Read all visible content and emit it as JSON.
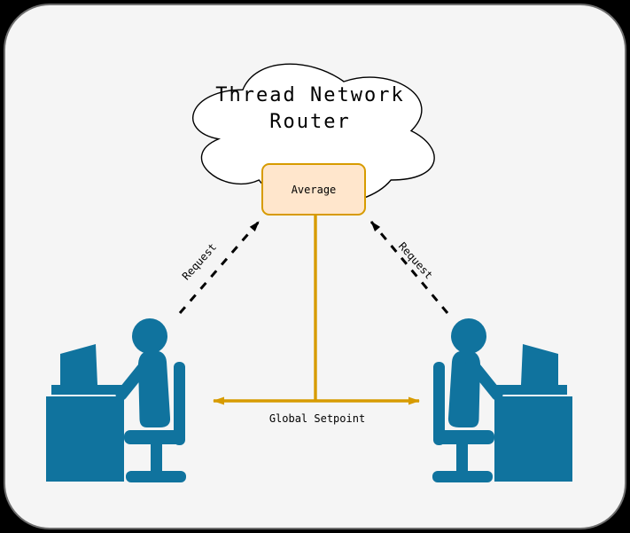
{
  "diagram": {
    "cloud": {
      "title_line1": "Thread Network",
      "title_line2": "Router"
    },
    "average_box": {
      "label": "Average"
    },
    "edges": {
      "request_left_label": "Request",
      "request_right_label": "Request",
      "global_setpoint_label": "Global Setpoint"
    },
    "icons": {
      "left": "person-at-desk-icon",
      "right": "person-at-desk-icon"
    },
    "colors": {
      "person_blue": "#10739E",
      "orange_stroke": "#D79B00",
      "orange_fill": "#FFE6CC",
      "canvas_bg": "#F5F5F5",
      "outer_bg": "#000000",
      "ink": "#000000"
    }
  }
}
